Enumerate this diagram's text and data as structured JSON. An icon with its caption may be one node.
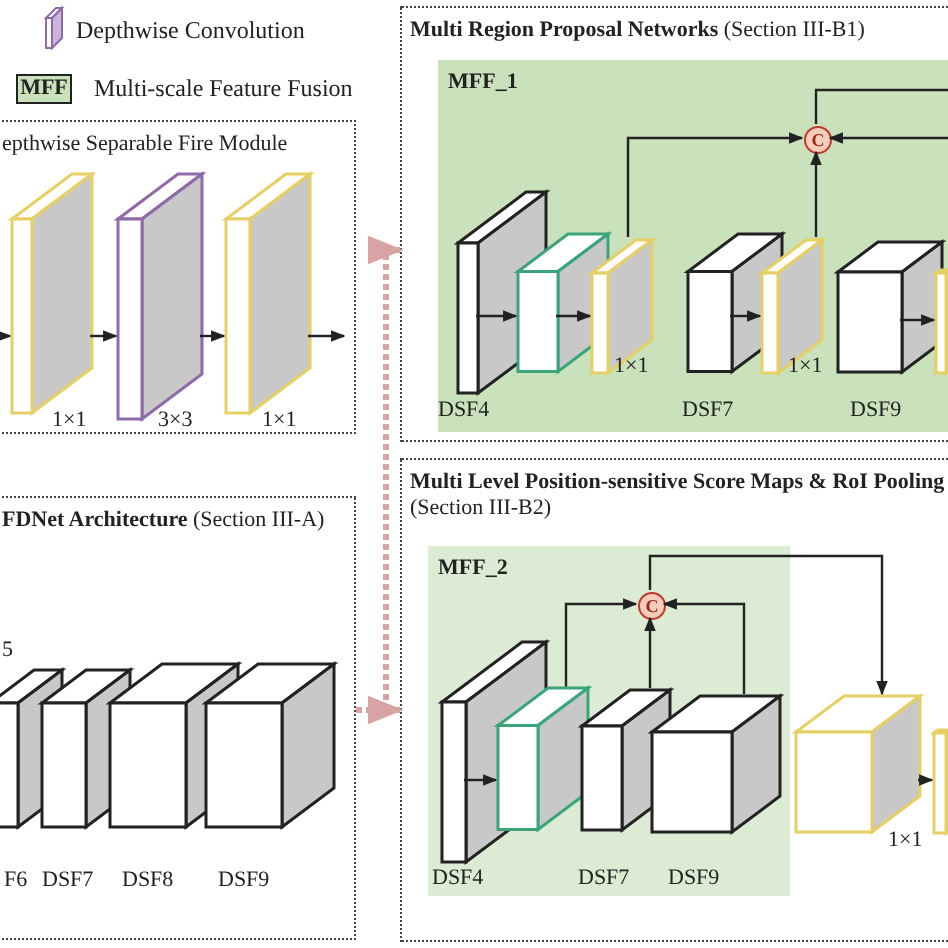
{
  "diagram": {
    "nodes": [
      {
        "text": [
          "epthwise Separable Fire Module"
        ]
      },
      {
        "text": [],
        "shape": "box",
        "in": 0,
        "beside": [
          "1×1"
        ]
      },
      {
        "text": [],
        "shape": "box",
        "in": 0,
        "beside": [
          "3×3"
        ]
      },
      {
        "text": [],
        "shape": "box",
        "in": 0,
        "beside": [
          "1×1"
        ]
      },
      {
        "text": [
          "**FDNet Architecture** (Section III-A)"
        ]
      },
      {
        "text": [],
        "shape": "box",
        "in": 4,
        "beside": [
          "F6"
        ]
      },
      {
        "text": [],
        "shape": "box",
        "in": 4,
        "beside": [
          "DSF7"
        ]
      },
      {
        "text": [],
        "shape": "box",
        "in": 4,
        "beside": [
          "DSF8"
        ]
      },
      {
        "text": [],
        "shape": "box",
        "in": 4,
        "beside": [
          "DSF9"
        ]
      },
      {
        "text": [
          "**Multi Region Proposal Networks** (Section III-B1)"
        ]
      },
      {
        "text": [
          "MFF_1"
        ],
        "in": 9
      },
      {
        "text": [],
        "shape": "box",
        "in": 10,
        "beside": [
          "DSF4"
        ]
      },
      {
        "text": [],
        "shape": "box",
        "in": 10
      },
      {
        "text": [],
        "shape": "box",
        "in": 10,
        "beside": [
          "1×1"
        ]
      },
      {
        "text": [],
        "shape": "box",
        "in": 10,
        "beside": [
          "DSF7"
        ]
      },
      {
        "text": [],
        "shape": "box",
        "in": 10,
        "beside": [
          "1×1"
        ]
      },
      {
        "text": [],
        "shape": "box",
        "in": 10,
        "beside": [
          "DSF9"
        ]
      },
      {
        "text": [
          "C"
        ],
        "in": 10
      },
      {
        "text": [],
        "shape": "box",
        "in": 10
      },
      {
        "text": [
          "**Multi Level Position-sensitive Score Maps & RoI Pooling** (Section III-B2)"
        ]
      },
      {
        "text": [
          "MFF_2"
        ],
        "in": 19
      },
      {
        "text": [],
        "shape": "box",
        "in": 20,
        "beside": [
          "DSF4"
        ]
      },
      {
        "text": [],
        "shape": "box",
        "in": 20
      },
      {
        "text": [],
        "shape": "box",
        "in": 20,
        "beside": [
          "DSF7"
        ]
      },
      {
        "text": [],
        "shape": "box",
        "in": 20,
        "beside": [
          "DSF9"
        ]
      },
      {
        "text": [
          "C"
        ],
        "in": 20
      },
      {
        "text": [],
        "shape": "box",
        "in": 19,
        "beside": [
          "1×1"
        ]
      },
      {
        "text": [],
        "shape": "box",
        "in": 19
      }
    ],
    "edges": [
      {
        "from": null,
        "to": 1,
        "arrow": "to"
      },
      {
        "from": 1,
        "to": 2,
        "arrow": "to"
      },
      {
        "from": 2,
        "to": 3,
        "arrow": "to"
      },
      {
        "from": 3,
        "to": null,
        "arrow": "to"
      },
      {
        "from": 4,
        "to": 9,
        "arrow": "to",
        "style": "dashed",
        "color": "#d9a3a3"
      },
      {
        "from": 4,
        "to": 19,
        "arrow": "to",
        "style": "dashed",
        "color": "#d9a3a3"
      },
      {
        "from": 11,
        "to": 12,
        "arrow": "to"
      },
      {
        "from": 12,
        "to": 13,
        "arrow": "to"
      },
      {
        "from": 13,
        "to": 17,
        "arrow": "to"
      },
      {
        "from": 14,
        "to": 15,
        "arrow": "to"
      },
      {
        "from": 15,
        "to": 17,
        "arrow": "to"
      },
      {
        "from": 16,
        "to": 18,
        "arrow": "to"
      },
      {
        "from": null,
        "to": 17,
        "arrow": "to"
      },
      {
        "from": 17,
        "to": null,
        "arrow": "none"
      },
      {
        "from": 21,
        "to": 22,
        "arrow": "to"
      },
      {
        "from": 22,
        "to": 25,
        "arrow": "to"
      },
      {
        "from": 23,
        "to": 25,
        "arrow": "to"
      },
      {
        "from": 24,
        "to": 25,
        "arrow": "to"
      },
      {
        "from": 25,
        "to": 26,
        "arrow": "to"
      },
      {
        "from": 26,
        "to": 27,
        "arrow": "to"
      }
    ],
    "labels": [
      "MFF",
      "5"
    ],
    "legend": [
      {
        "text": "Depthwise Convolution"
      },
      {
        "text": "Multi-scale Feature Fusion"
      }
    ]
  }
}
